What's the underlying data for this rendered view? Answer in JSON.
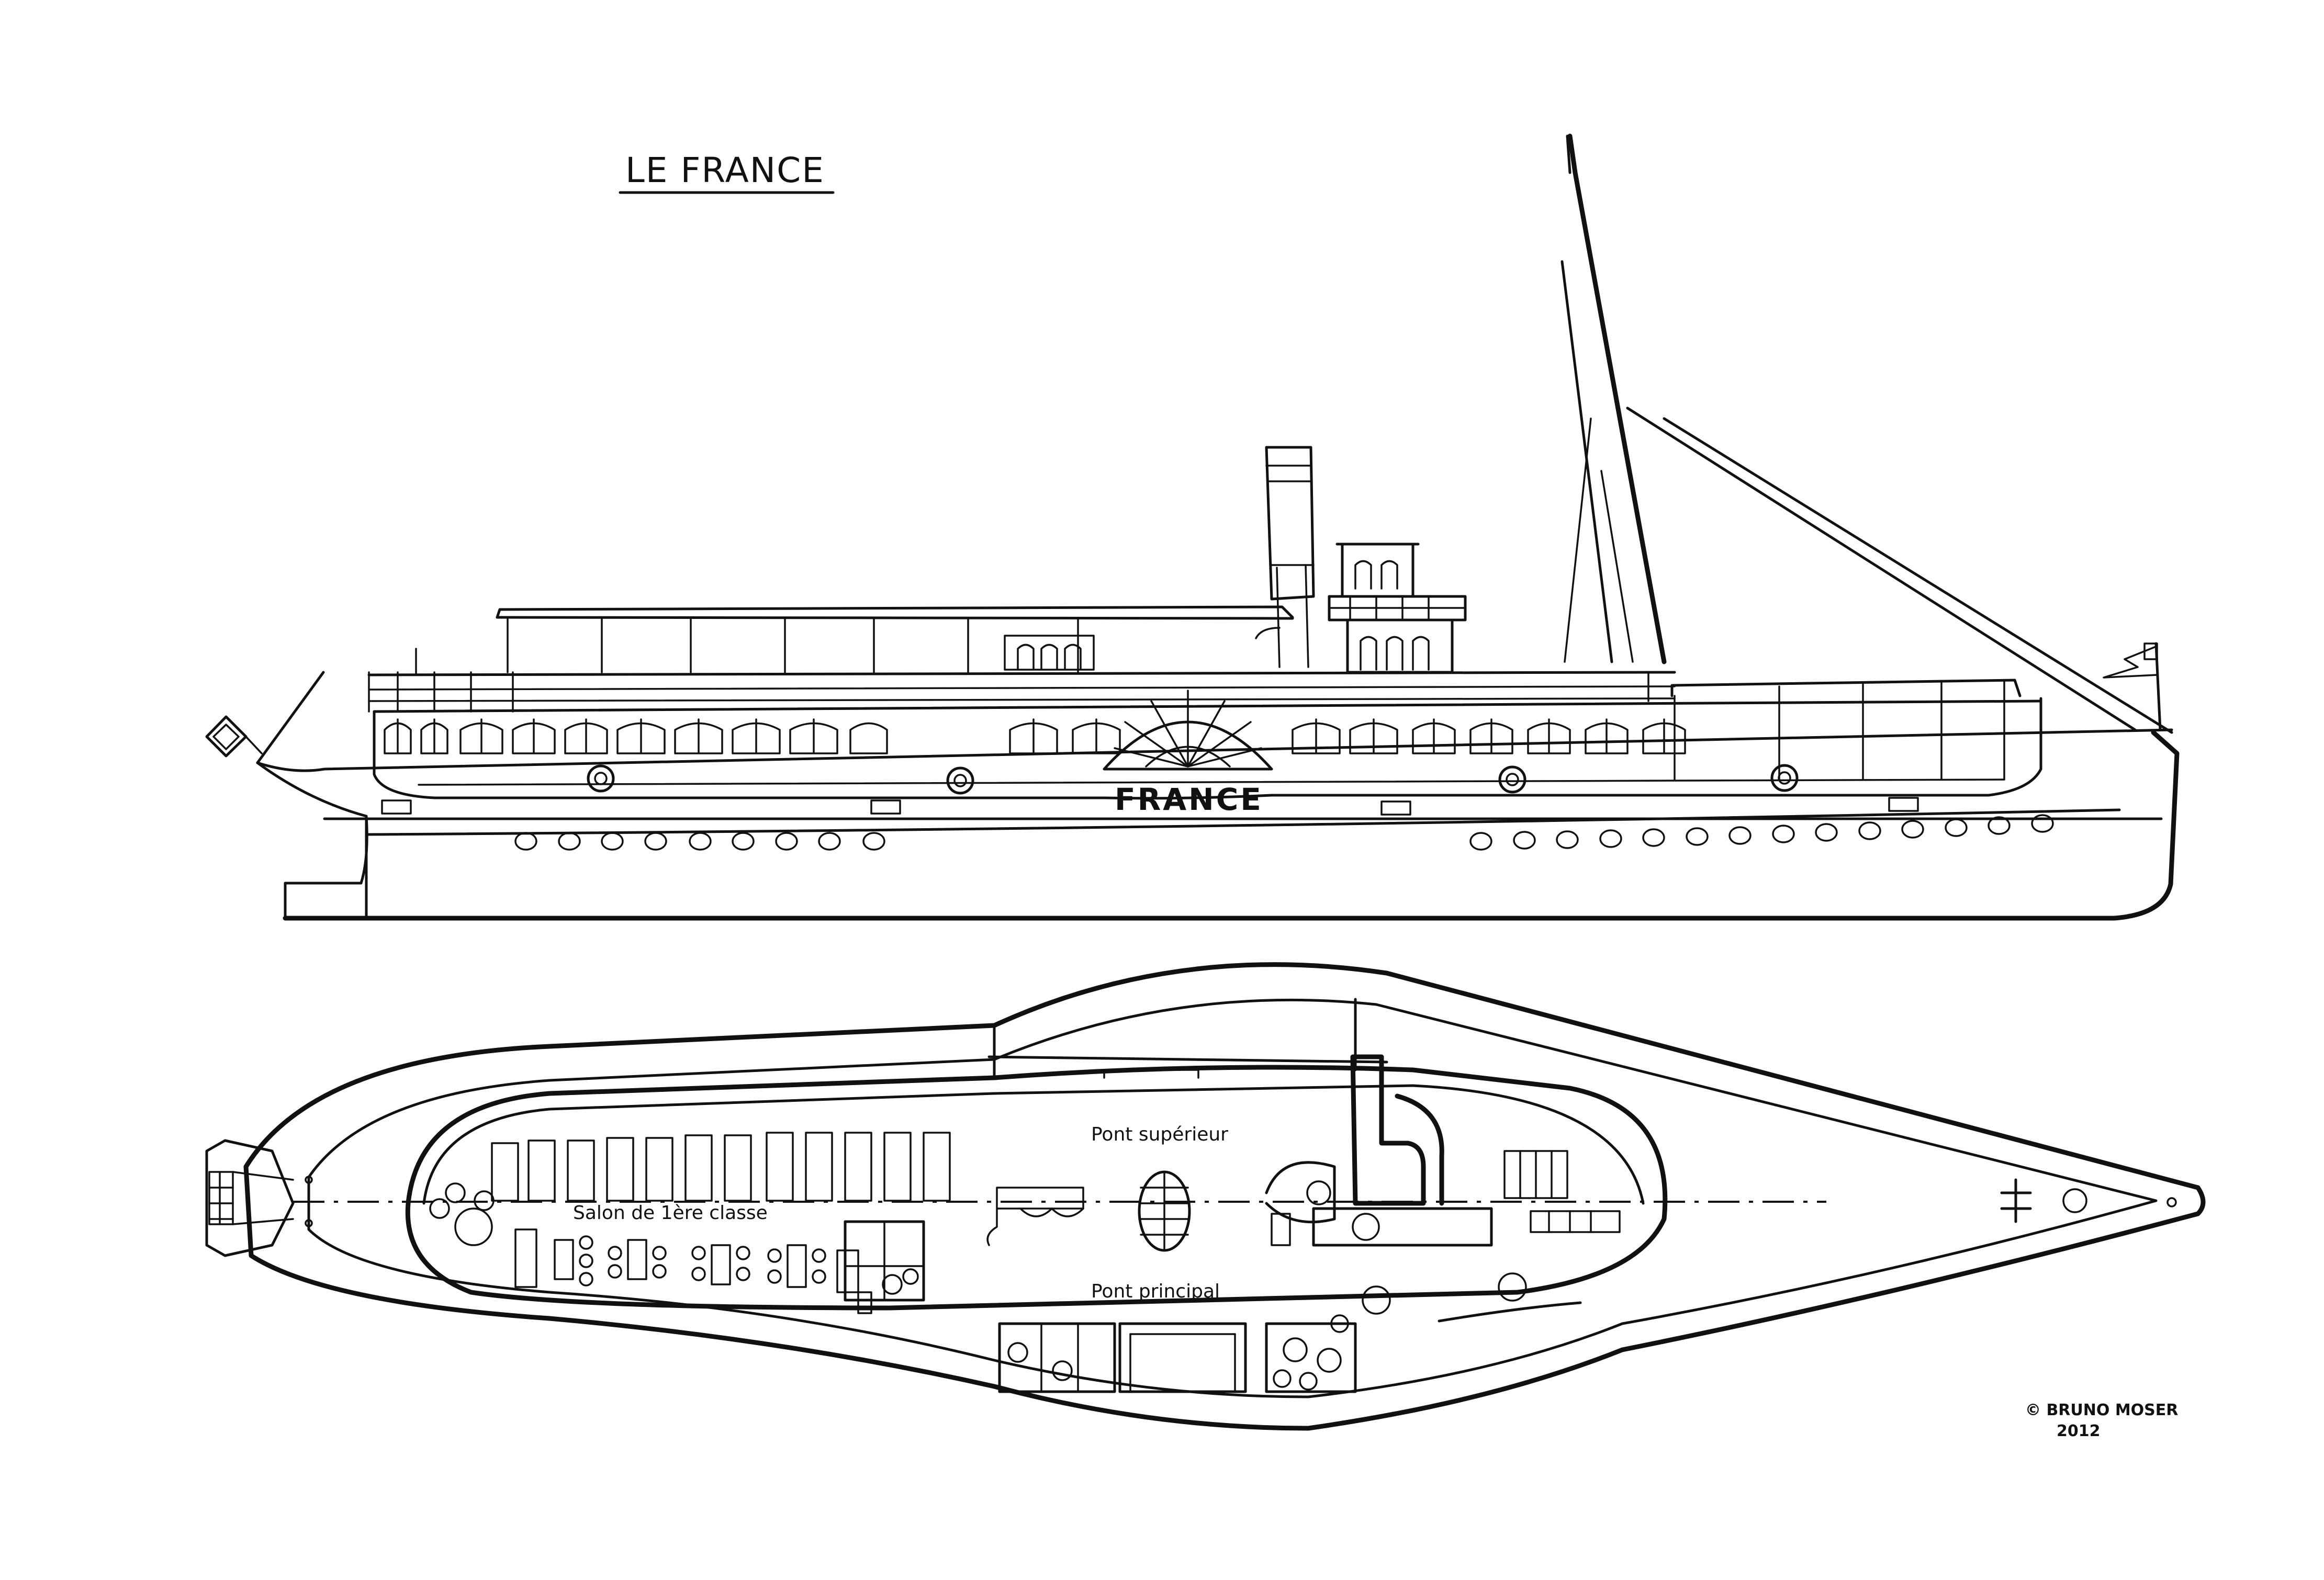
{
  "title": "LE FRANCE",
  "hull_name": "FRANCE",
  "labels": {
    "upper_deck": "Pont supérieur",
    "main_deck": "Pont principal",
    "salon": "Salon de 1ère classe"
  },
  "signature": {
    "line1": "© BRUNO MOSER",
    "line2": "2012"
  },
  "icons": {
    "flag": "flag-icon",
    "bow_lantern": "diamond-lantern-icon",
    "paddle_wheel_sunburst": "sunburst-icon",
    "lifebuoy": "lifebuoy-icon"
  },
  "colors": {
    "ink": "#111111",
    "paper": "#ffffff"
  }
}
